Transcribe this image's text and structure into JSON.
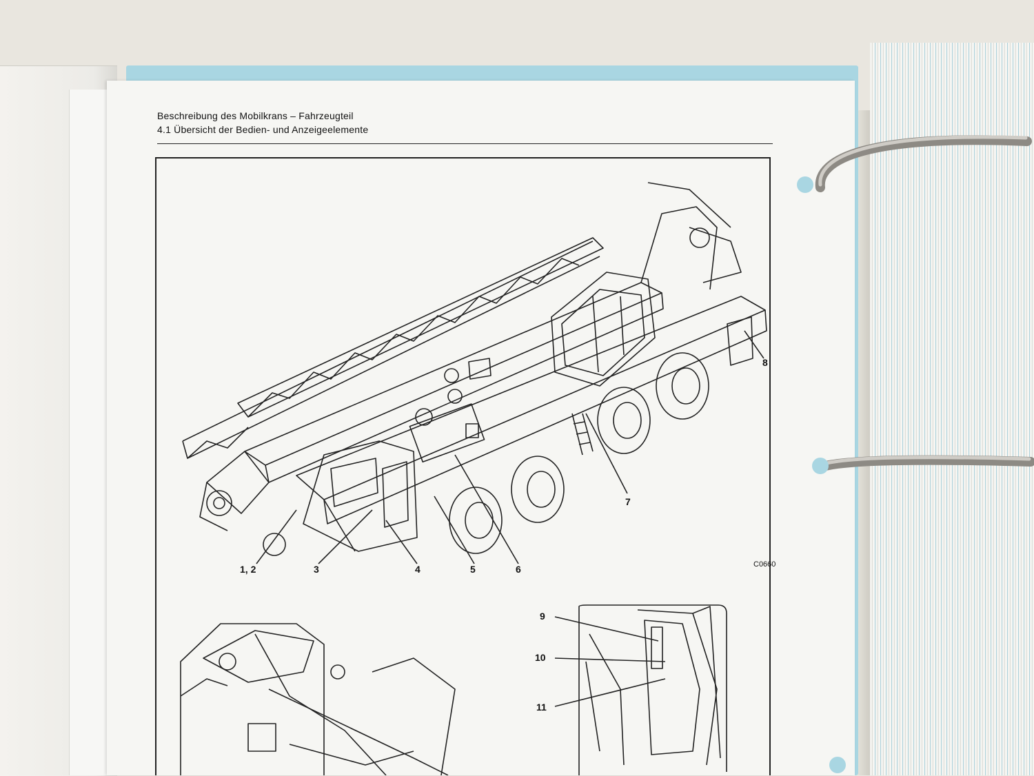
{
  "header": {
    "title": "Beschreibung des Mobilkrans – Fahrzeugteil",
    "section": "4.1 Übersicht der Bedien- und Anzeigeelemente"
  },
  "figure": {
    "drawing_code": "C0660",
    "callouts_main": [
      "1, 2",
      "3",
      "4",
      "5",
      "6",
      "7",
      "8"
    ],
    "callouts_detail": [
      "9",
      "10",
      "11"
    ]
  },
  "colors": {
    "tab_blue": "#a9d6e2",
    "paper": "#f6f6f3",
    "ink": "#111111"
  }
}
